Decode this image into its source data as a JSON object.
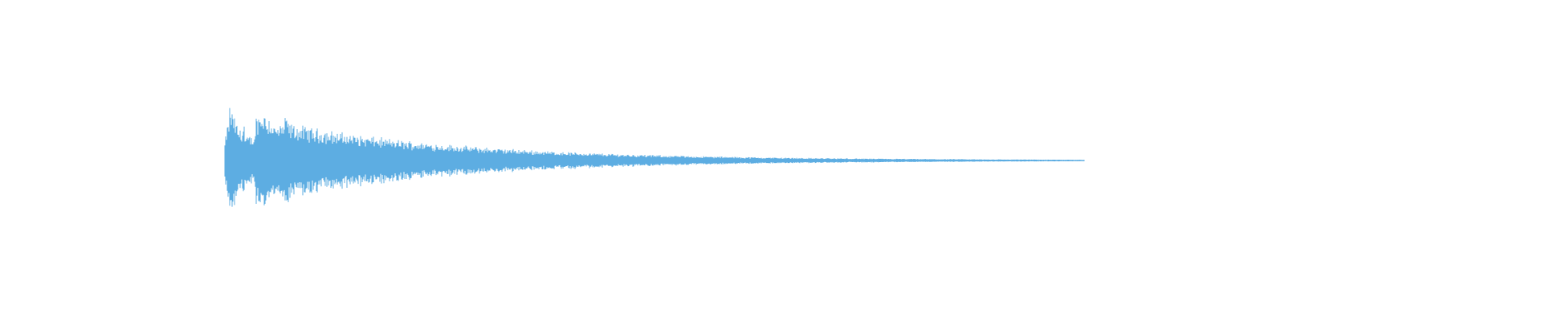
{
  "waveform": {
    "color": "#5DADE2",
    "background": "#FFFFFF",
    "envelope": {
      "attack_peak_amplitude": 0.28,
      "second_peak_amplitude": 0.26,
      "sustain_amplitude": 0.19,
      "decay": "exponential",
      "tail_amplitude": 0.002
    }
  }
}
